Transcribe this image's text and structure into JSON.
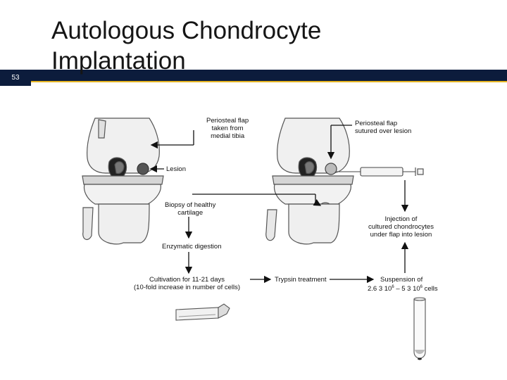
{
  "slide": {
    "number": "53",
    "title": "Autologous Chondrocyte Implantation",
    "accent_colors": {
      "bar": "#0c1c3c",
      "line": "#e6b422"
    }
  },
  "figure": {
    "labels": {
      "periosteal_flap_taken": [
        "Periosteal flap",
        "taken from",
        "medial tibia"
      ],
      "lesion": "Lesion",
      "biopsy": [
        "Biopsy of healthy",
        "cartilage"
      ],
      "enzymatic": "Enzymatic digestion",
      "cultivation": [
        "Cultivation for 11-21 days",
        "(10-fold increase in number of cells)"
      ],
      "trypsin": "Trypsin treatment",
      "periosteal_flap_sutured": [
        "Periosteal flap",
        "sutured over lesion"
      ],
      "injection": [
        "Injection of",
        "cultured chondrocytes",
        "under flap into lesion"
      ],
      "suspension_title": "Suspension of",
      "suspension_a": "2.6 3 10",
      "suspension_exp_a": "6",
      "suspension_b": " – 5 3 10",
      "suspension_exp_b": "6",
      "suspension_c": " cells"
    }
  }
}
